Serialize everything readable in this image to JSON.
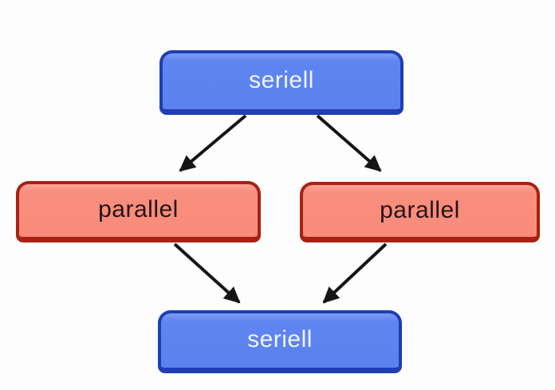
{
  "diagram": {
    "background": "#fdfdfd",
    "edge_color": "#151515",
    "nodes": [
      {
        "id": "seriell-top",
        "label": "seriell",
        "kind": "seriell",
        "fill": "#5b82ee",
        "border": "#1e3eb2",
        "text_color": "#f0f4fc"
      },
      {
        "id": "parallel-left",
        "label": "parallel",
        "kind": "parallel",
        "fill": "#f98b7a",
        "border": "#a82112",
        "text_color": "#231318"
      },
      {
        "id": "parallel-right",
        "label": "parallel",
        "kind": "parallel",
        "fill": "#f98b7a",
        "border": "#a82112",
        "text_color": "#231318"
      },
      {
        "id": "seriell-bottom",
        "label": "seriell",
        "kind": "seriell",
        "fill": "#5b82ee",
        "border": "#1e3eb2",
        "text_color": "#f0f4fc"
      }
    ],
    "edges": [
      {
        "from": "seriell-top",
        "to": "parallel-left"
      },
      {
        "from": "seriell-top",
        "to": "parallel-right"
      },
      {
        "from": "parallel-left",
        "to": "seriell-bottom"
      },
      {
        "from": "parallel-right",
        "to": "seriell-bottom"
      }
    ]
  }
}
